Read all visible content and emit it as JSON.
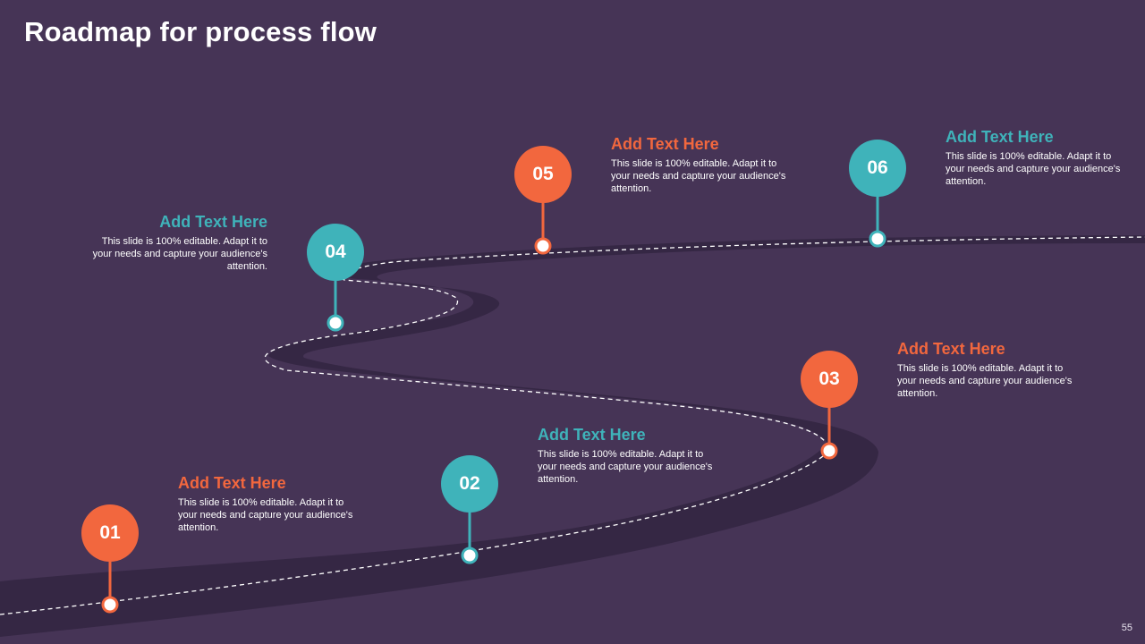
{
  "title": "Roadmap for process flow",
  "page_number": "55",
  "colors": {
    "background": "#463456",
    "road": "#352744",
    "orange": "#f2673e",
    "teal": "#3fb3ba"
  },
  "milestones": [
    {
      "number": "01",
      "heading": "Add Text Here",
      "body": "This slide is 100% editable. Adapt it to your needs and capture your audience's attention."
    },
    {
      "number": "02",
      "heading": "Add Text Here",
      "body": "This slide is 100% editable. Adapt it to your needs and capture your audience's attention."
    },
    {
      "number": "03",
      "heading": "Add Text Here",
      "body": "This slide is 100% editable. Adapt it to your needs and capture your audience's attention."
    },
    {
      "number": "04",
      "heading": "Add Text Here",
      "body": "This slide is 100% editable. Adapt it to your needs and capture your audience's attention."
    },
    {
      "number": "05",
      "heading": "Add Text Here",
      "body": "This slide is 100% editable. Adapt it to your needs and capture your audience's attention."
    },
    {
      "number": "06",
      "heading": "Add Text Here",
      "body": "This slide is 100% editable. Adapt it to your needs and capture your audience's attention."
    }
  ]
}
